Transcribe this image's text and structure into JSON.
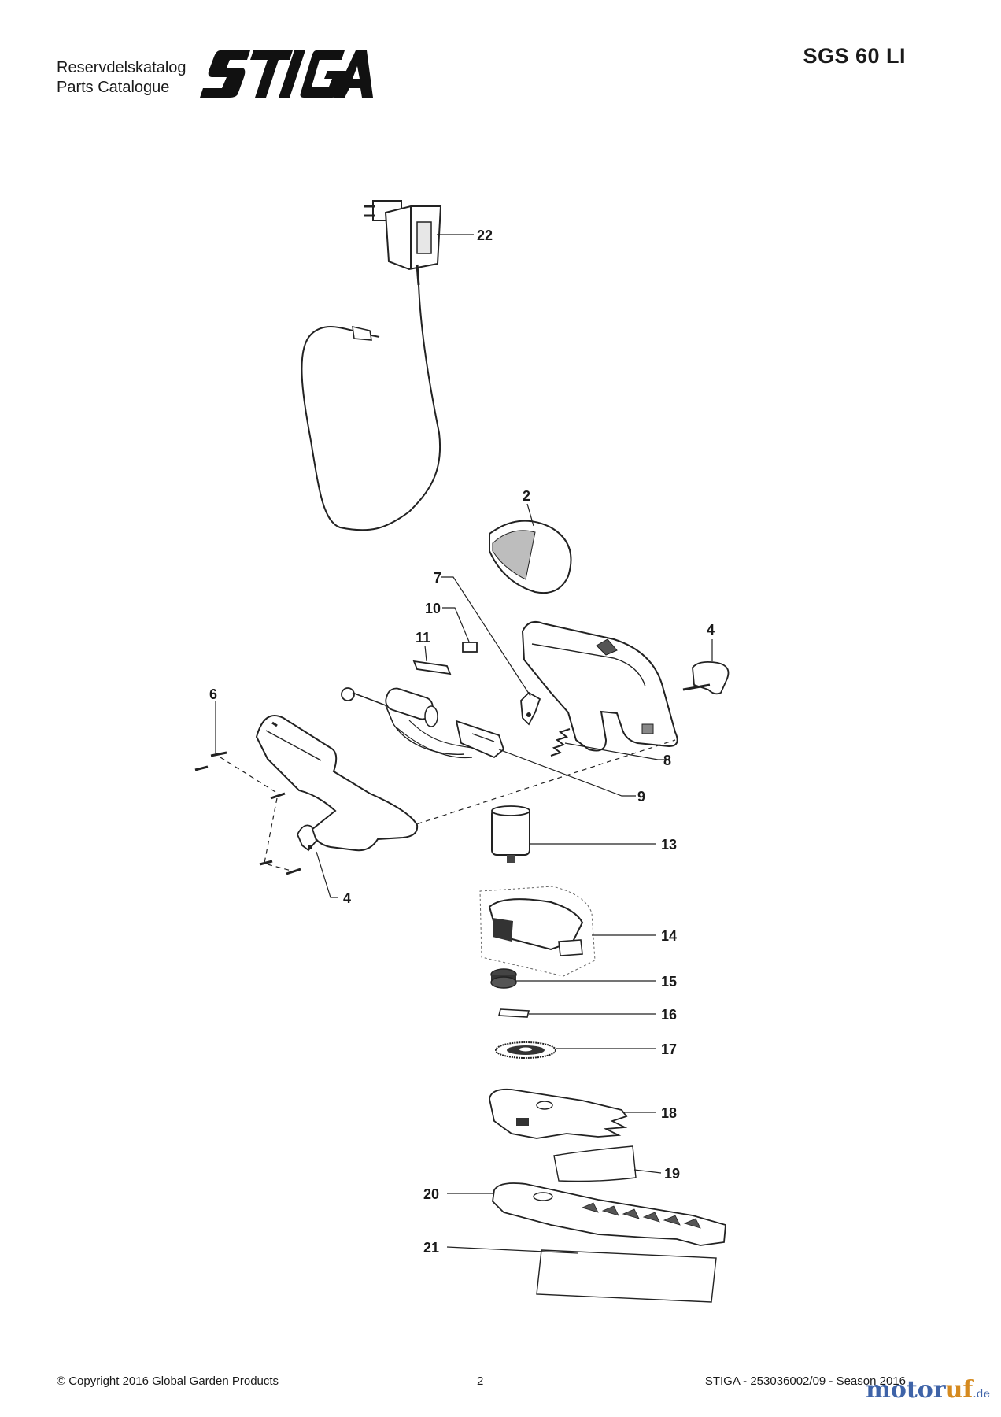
{
  "header": {
    "catalog_line1": "Reservdelskatalog",
    "catalog_line2": "Parts Catalogue",
    "brand": "STIGA",
    "model": "SGS 60 LI"
  },
  "callouts": {
    "p22": "22",
    "p2": "2",
    "p7": "7",
    "p10": "10",
    "p11": "11",
    "p4a": "4",
    "p6": "6",
    "p8": "8",
    "p9": "9",
    "p13": "13",
    "p4b": "4",
    "p14": "14",
    "p15": "15",
    "p16": "16",
    "p17": "17",
    "p18": "18",
    "p19": "19",
    "p20": "20",
    "p21": "21"
  },
  "footer": {
    "copyright": "© Copyright 2016 Global Garden Products",
    "page_number": "2",
    "doc_ref": "STIGA - 253036002/09 - Season 2016"
  },
  "watermark": {
    "part1": "motor",
    "part2": "uf",
    "tld": ".de"
  },
  "colors": {
    "ink": "#1a1a1a",
    "rule": "#555555",
    "watermark_blue": "#3e63a8",
    "watermark_orange": "#d58a1f"
  }
}
